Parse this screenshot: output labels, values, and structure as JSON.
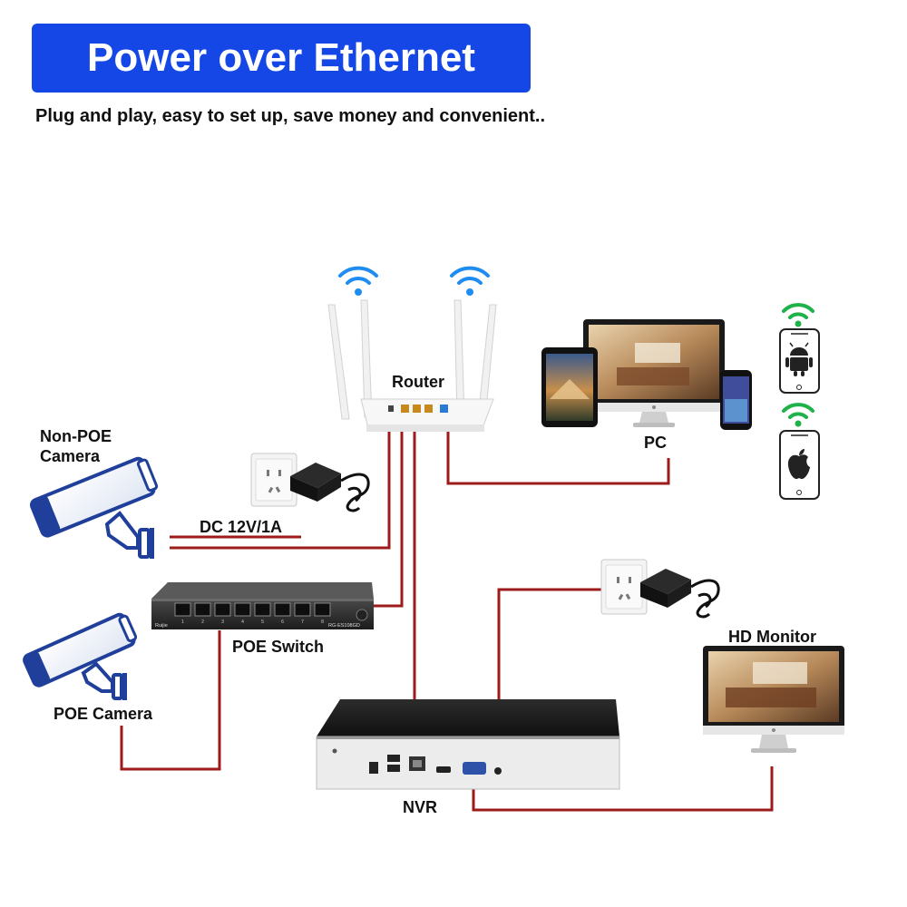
{
  "header": {
    "title": "Power over Ethernet",
    "subtitle": "Plug and play, easy to set up, save money and convenient.."
  },
  "labels": {
    "router": "Router",
    "pc": "PC",
    "non_poe_camera_line1": "Non-POE",
    "non_poe_camera_line2": "Camera",
    "dc_power": "DC 12V/1A",
    "poe_switch": "POE Switch",
    "poe_camera": "POE Camera",
    "hd_monitor": "HD Monitor",
    "nvr": "NVR"
  },
  "device_text": {
    "switch_brand": "Ruijie",
    "switch_model": "RG-ES108GD",
    "port_numbers": [
      "1",
      "2",
      "3",
      "4",
      "5",
      "6",
      "7",
      "8"
    ]
  },
  "colors": {
    "banner": "#1447e6",
    "cable": "#9e1b1b",
    "wifi_blue": "#1e8cf0",
    "wifi_green": "#1fb14a"
  },
  "icons": [
    "wifi-icon",
    "android-icon",
    "apple-icon"
  ]
}
